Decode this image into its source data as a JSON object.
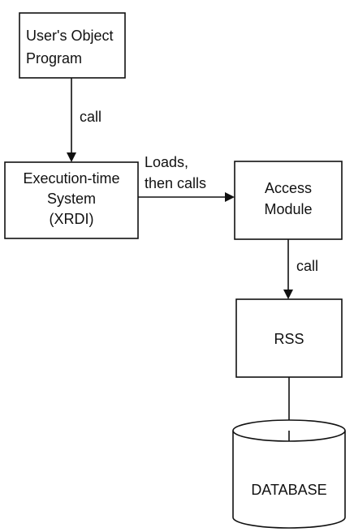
{
  "nodes": {
    "object_program": {
      "line1": "User's Object",
      "line2": "Program"
    },
    "execution_system": {
      "line1": "Execution-time",
      "line2": "System",
      "line3": "(XRDI)"
    },
    "access_module": {
      "line1": "Access",
      "line2": "Module"
    },
    "rss": {
      "label": "RSS"
    },
    "database": {
      "label": "DATABASE"
    }
  },
  "edges": {
    "program_to_execution": {
      "label": "call"
    },
    "execution_to_access": {
      "line1": "Loads,",
      "line2": "then calls"
    },
    "access_to_rss": {
      "label": "call"
    }
  }
}
